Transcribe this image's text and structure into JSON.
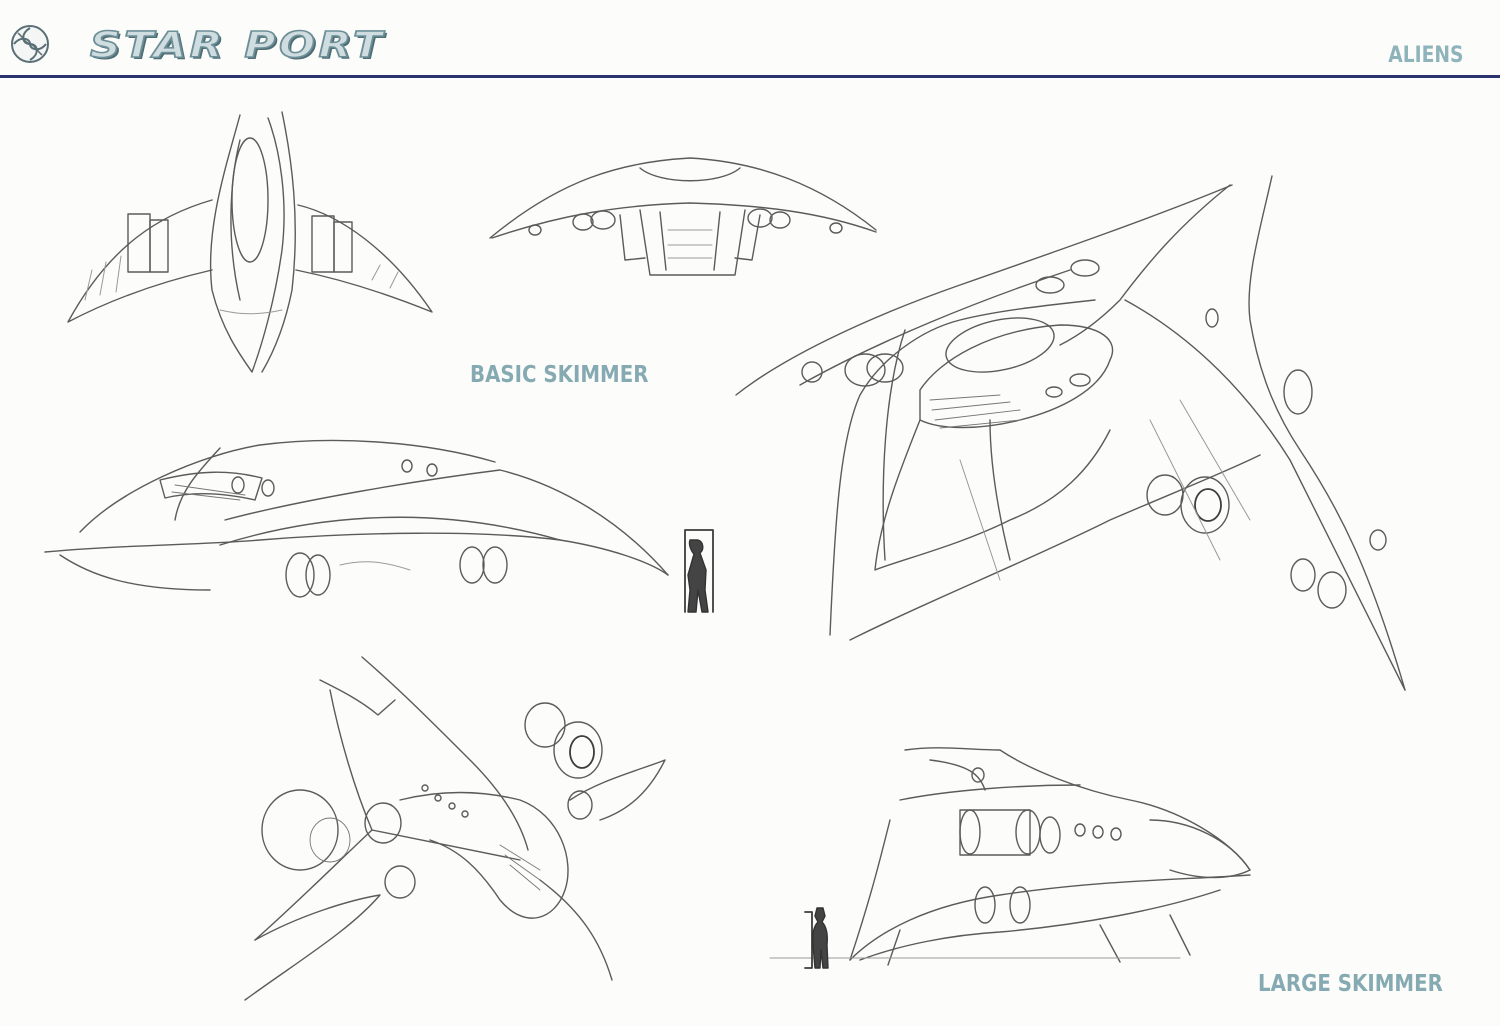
{
  "header": {
    "logo_icon": "starport-swirl-emblem-icon",
    "brand_title": "STAR PORT",
    "section_title": "ALIENS",
    "rule_color": "#2c3470",
    "title_color": "#8fb3ba"
  },
  "captions": {
    "basic_skimmer": "BASIC SKIMMER",
    "large_skimmer": "LARGE SKIMMER"
  }
}
